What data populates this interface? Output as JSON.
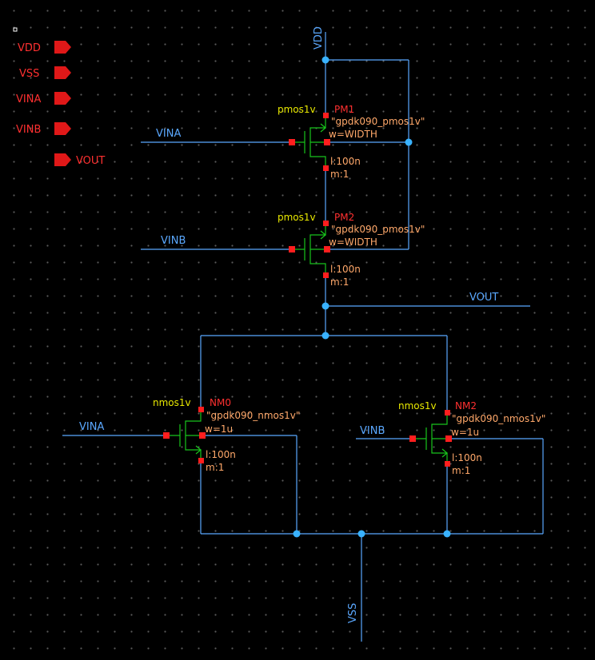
{
  "pins": {
    "vdd": "VDD",
    "vss": "VSS",
    "vina": "VINA",
    "vinb": "VINB",
    "vout": "VOUT"
  },
  "nets": {
    "vdd": "VDD",
    "vss": "VSS",
    "vina_pm1": "VINA",
    "vinb_pm2": "VINB",
    "vout": "VOUT",
    "vina_nm0": "VINA",
    "vinb_nm2": "VINB"
  },
  "devices": {
    "pm1": {
      "cell": "pmos1v",
      "inst": "PM1",
      "model": "\"gpdk090_pmos1v\"",
      "w": "w=WIDTH",
      "l": "l:100n",
      "m": "m:1"
    },
    "pm2": {
      "cell": "pmos1v",
      "inst": "PM2",
      "model": "\"gpdk090_pmos1v\"",
      "w": "w=WIDTH",
      "l": "l:100n",
      "m": "m:1"
    },
    "nm0": {
      "cell": "nmos1v",
      "inst": "NM0",
      "model": "\"gpdk090_nmos1v\"",
      "w": "w=1u",
      "l": "l:100n",
      "m": "m:1"
    },
    "nm2": {
      "cell": "nmos1v",
      "inst": "NM2",
      "model": "\"gpdk090_nmos1v\"",
      "w": "w=1u",
      "l": "l:100n",
      "m": "m:1"
    }
  },
  "colors": {
    "background": "#000000",
    "wire": "#5aa8ff",
    "device": "#18c41c",
    "pin": "#ff1e1e",
    "cell_name": "#e8e800",
    "instance_name": "#ff3030",
    "parameter": "#ffa86a"
  }
}
